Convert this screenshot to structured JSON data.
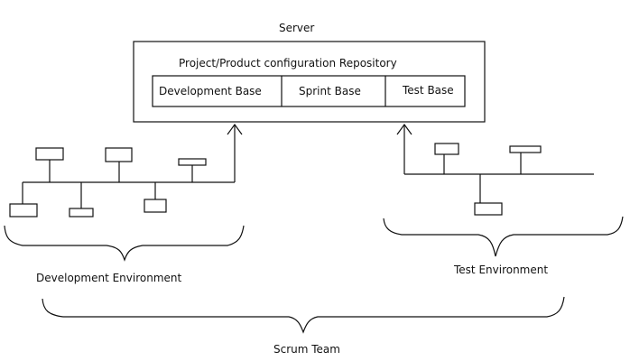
{
  "server": {
    "title": "Server",
    "repository_label": "Project/Product configuration Repository",
    "bases": [
      "Development Base",
      "Sprint Base",
      "Test Base"
    ]
  },
  "environments": {
    "development": "Development Environment",
    "test": "Test Environment"
  },
  "team": "Scrum Team",
  "colors": {
    "stroke": "#111111",
    "background": "#ffffff"
  }
}
